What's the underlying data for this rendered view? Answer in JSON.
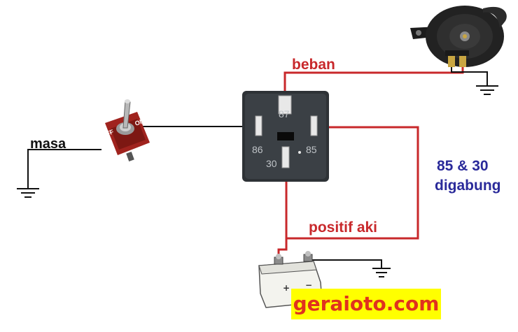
{
  "labels": {
    "beban": "beban",
    "masa": "masa",
    "positif_aki": "positif aki",
    "note_line1": "85 & 30",
    "note_line2": "digabung"
  },
  "relay": {
    "pin_87": "87",
    "pin_86": "86",
    "pin_85": "85",
    "pin_30": "30"
  },
  "switch": {
    "off_label": "OFF",
    "on_label": "ON"
  },
  "watermark": "geraioto.com",
  "colors": {
    "wire_red": "#c8282b",
    "wire_black": "#111111",
    "note_blue": "#2a2a9a",
    "watermark_bg": "#ffff00",
    "watermark_text": "#e0321e"
  }
}
